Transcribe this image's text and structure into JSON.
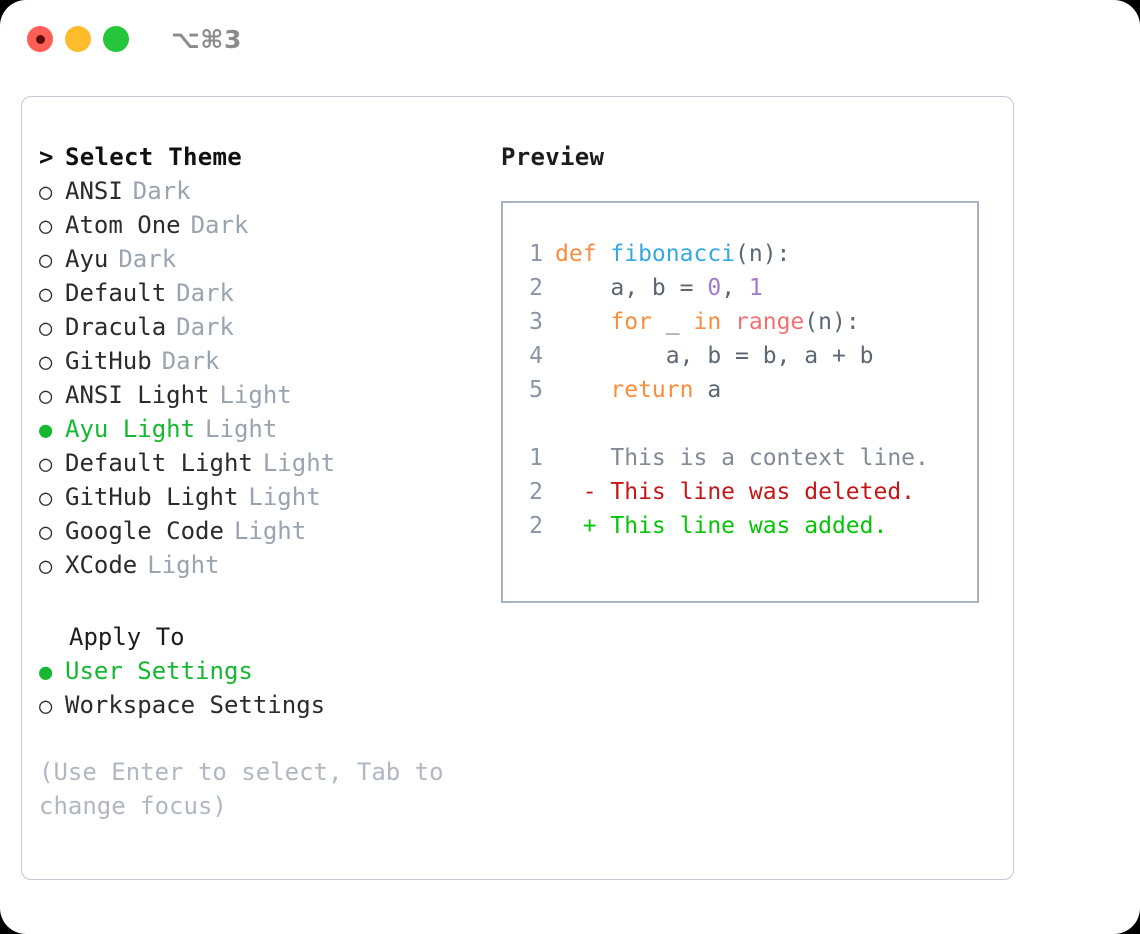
{
  "titlebar": {
    "lights": [
      {
        "name": "close-button",
        "color": "#fd5e55"
      },
      {
        "name": "minimize-button",
        "color": "#fdbc2c"
      },
      {
        "name": "maximize-button",
        "color": "#25c63c"
      }
    ],
    "shortcut": "⌥⌘3"
  },
  "theme_list": {
    "header_prefix": ">",
    "header": "Select Theme",
    "bullet_selected": "●",
    "bullet_unselected": "○",
    "items": [
      {
        "name": "ANSI",
        "variant": "Dark",
        "selected": false
      },
      {
        "name": "Atom One",
        "variant": "Dark",
        "selected": false
      },
      {
        "name": "Ayu",
        "variant": "Dark",
        "selected": false
      },
      {
        "name": "Default",
        "variant": "Dark",
        "selected": false
      },
      {
        "name": "Dracula",
        "variant": "Dark",
        "selected": false
      },
      {
        "name": "GitHub",
        "variant": "Dark",
        "selected": false
      },
      {
        "name": "ANSI Light",
        "variant": "Light",
        "selected": false
      },
      {
        "name": "Ayu Light",
        "variant": "Light",
        "selected": true
      },
      {
        "name": "Default Light",
        "variant": "Light",
        "selected": false
      },
      {
        "name": "GitHub Light",
        "variant": "Light",
        "selected": false
      },
      {
        "name": "Google Code",
        "variant": "Light",
        "selected": false
      },
      {
        "name": "XCode",
        "variant": "Light",
        "selected": false
      }
    ]
  },
  "apply_to": {
    "title": "Apply To",
    "items": [
      {
        "name": "User Settings",
        "selected": true
      },
      {
        "name": "Workspace Settings",
        "selected": false
      }
    ]
  },
  "hint": "(Use Enter to select, Tab to change focus)",
  "preview": {
    "title": "Preview",
    "code_lines": [
      {
        "ln": "1",
        "tokens": [
          {
            "t": "def ",
            "c": "kw"
          },
          {
            "t": "fibonacci",
            "c": "fn"
          },
          {
            "t": "(n):",
            "c": "plain"
          }
        ]
      },
      {
        "ln": "2",
        "tokens": [
          {
            "t": "    a, b = ",
            "c": "plain"
          },
          {
            "t": "0",
            "c": "num"
          },
          {
            "t": ", ",
            "c": "plain"
          },
          {
            "t": "1",
            "c": "num"
          }
        ]
      },
      {
        "ln": "3",
        "tokens": [
          {
            "t": "    ",
            "c": "plain"
          },
          {
            "t": "for",
            "c": "kw"
          },
          {
            "t": " _ ",
            "c": "plain"
          },
          {
            "t": "in",
            "c": "kw"
          },
          {
            "t": " ",
            "c": "plain"
          },
          {
            "t": "range",
            "c": "bi"
          },
          {
            "t": "(n):",
            "c": "plain"
          }
        ]
      },
      {
        "ln": "4",
        "tokens": [
          {
            "t": "        a, b = b, a + b",
            "c": "plain"
          }
        ]
      },
      {
        "ln": "5",
        "tokens": [
          {
            "t": "    ",
            "c": "plain"
          },
          {
            "t": "return",
            "c": "kw"
          },
          {
            "t": " a",
            "c": "plain"
          }
        ]
      }
    ],
    "diff_lines": [
      {
        "ln": "1",
        "marker": " ",
        "text": "This is a context line.",
        "kind": "ctx"
      },
      {
        "ln": "2",
        "marker": "-",
        "text": "This line was deleted.",
        "kind": "del"
      },
      {
        "ln": "2",
        "marker": "+",
        "text": "This line was added.",
        "kind": "add"
      }
    ]
  },
  "colors": {
    "selected_green": "#15b830",
    "muted": "#9aa3b0",
    "keyword": "#fa8d3e",
    "function": "#36a8e0",
    "number": "#a37acc",
    "builtin": "#f07171",
    "diff_add": "#07c407",
    "diff_del": "#c41717",
    "border": "#a9b2c3"
  }
}
